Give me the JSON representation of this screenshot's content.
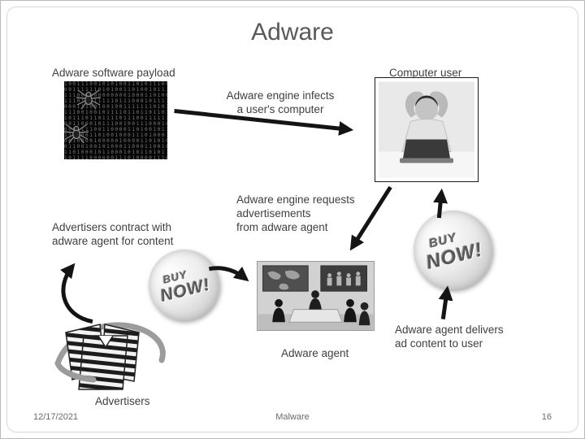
{
  "title": "Adware",
  "labels": {
    "payload": "Adware software payload",
    "computer_user": "Computer user",
    "infects": "Adware engine infects\na user's computer",
    "requests": "Adware engine requests\nadvertisements\nfrom adware agent",
    "contract": "Advertisers contract with\nadware agent for content",
    "agent": "Adware agent",
    "delivers": "Adware agent delivers\nad content to user",
    "advertisers": "Advertisers"
  },
  "badges": {
    "buy": "BUY",
    "now": "NOW!"
  },
  "footer": {
    "date": "12/17/2021",
    "center": "Malware",
    "page": "16"
  },
  "colors": {
    "title": "#595959",
    "text": "#3f3f3f",
    "arrow": "#141414"
  }
}
